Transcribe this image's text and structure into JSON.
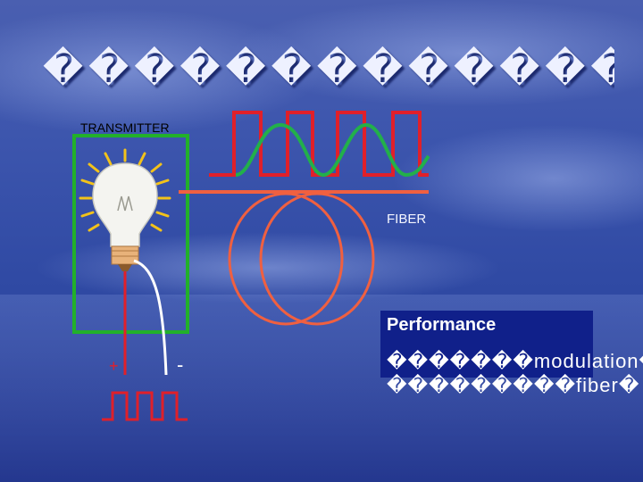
{
  "slide": {
    "title": "��������������",
    "transmitter_label": "TRANSMITTER",
    "fiber_label": "FIBER",
    "plus_sign": "+",
    "minus_sign": "-"
  },
  "performance": {
    "heading": "Performance",
    "line1": "�������modulation�",
    "line2": "���������fiber�"
  },
  "colors": {
    "background": "#3c55ad",
    "transmitter_box": "#22b02a",
    "electrical_signal": "#e0202a",
    "optical_wave": "#22b04a",
    "fiber": "#f06040",
    "performance_box": "#10208a"
  }
}
